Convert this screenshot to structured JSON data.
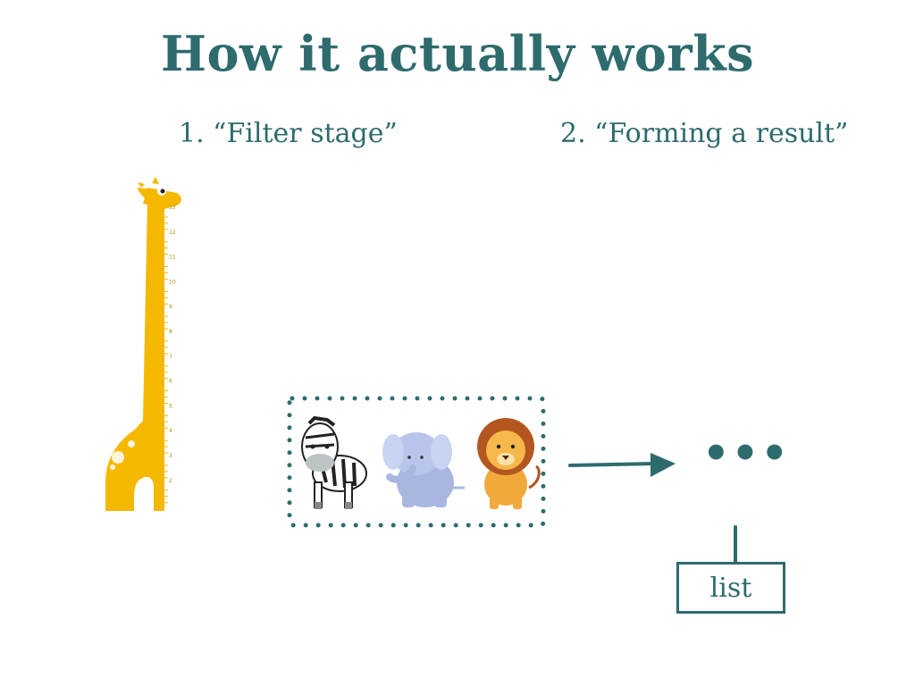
{
  "title": "How it actually works",
  "steps": [
    {
      "label": "1. “Filter stage”"
    },
    {
      "label": "2. “Forming a result”"
    }
  ],
  "ruler_ticks": [
    "13",
    "12",
    "11",
    "10",
    "9",
    "8",
    "7",
    "6",
    "5",
    "4",
    "3",
    "2"
  ],
  "ellipsis": "•••",
  "result_box_label": "list",
  "colors": {
    "accent": "#2e6b6d",
    "giraffe": "#f5b800"
  }
}
